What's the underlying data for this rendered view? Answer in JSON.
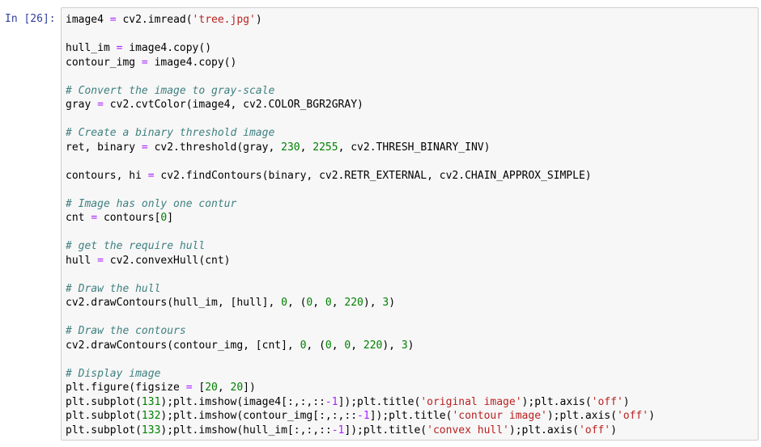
{
  "cell": {
    "prompt": "In [26]:",
    "lines": [
      [
        {
          "t": "image4 "
        },
        {
          "t": "=",
          "c": "op"
        },
        {
          "t": " cv2.imread("
        },
        {
          "t": "'tree.jpg'",
          "c": "st"
        },
        {
          "t": ")"
        }
      ],
      [],
      [
        {
          "t": "hull_im "
        },
        {
          "t": "=",
          "c": "op"
        },
        {
          "t": " image4.copy()"
        }
      ],
      [
        {
          "t": "contour_img "
        },
        {
          "t": "=",
          "c": "op"
        },
        {
          "t": " image4.copy()"
        }
      ],
      [],
      [
        {
          "t": "# Convert the image to gray-scale",
          "c": "cm"
        }
      ],
      [
        {
          "t": "gray "
        },
        {
          "t": "=",
          "c": "op"
        },
        {
          "t": " cv2.cvtColor(image4, cv2.COLOR_BGR2GRAY)"
        }
      ],
      [],
      [
        {
          "t": "# Create a binary threshold image",
          "c": "cm"
        }
      ],
      [
        {
          "t": "ret, binary "
        },
        {
          "t": "=",
          "c": "op"
        },
        {
          "t": " cv2.threshold(gray, "
        },
        {
          "t": "230",
          "c": "nu"
        },
        {
          "t": ", "
        },
        {
          "t": "2255",
          "c": "nu"
        },
        {
          "t": ", cv2.THRESH_BINARY_INV)"
        }
      ],
      [],
      [
        {
          "t": "contours, hi "
        },
        {
          "t": "=",
          "c": "op"
        },
        {
          "t": " cv2.findContours(binary, cv2.RETR_EXTERNAL, cv2.CHAIN_APPROX_SIMPLE)"
        }
      ],
      [],
      [
        {
          "t": "# Image has only one contur",
          "c": "cm"
        }
      ],
      [
        {
          "t": "cnt "
        },
        {
          "t": "=",
          "c": "op"
        },
        {
          "t": " contours["
        },
        {
          "t": "0",
          "c": "nu"
        },
        {
          "t": "]"
        }
      ],
      [],
      [
        {
          "t": "# get the require hull",
          "c": "cm"
        }
      ],
      [
        {
          "t": "hull "
        },
        {
          "t": "=",
          "c": "op"
        },
        {
          "t": " cv2.convexHull(cnt)"
        }
      ],
      [],
      [
        {
          "t": "# Draw the hull",
          "c": "cm"
        }
      ],
      [
        {
          "t": "cv2.drawContours(hull_im, [hull], "
        },
        {
          "t": "0",
          "c": "nu"
        },
        {
          "t": ", ("
        },
        {
          "t": "0",
          "c": "nu"
        },
        {
          "t": ", "
        },
        {
          "t": "0",
          "c": "nu"
        },
        {
          "t": ", "
        },
        {
          "t": "220",
          "c": "nu"
        },
        {
          "t": "), "
        },
        {
          "t": "3",
          "c": "nu"
        },
        {
          "t": ")"
        }
      ],
      [],
      [
        {
          "t": "# Draw the contours",
          "c": "cm"
        }
      ],
      [
        {
          "t": "cv2.drawContours(contour_img, [cnt], "
        },
        {
          "t": "0",
          "c": "nu"
        },
        {
          "t": ", ("
        },
        {
          "t": "0",
          "c": "nu"
        },
        {
          "t": ", "
        },
        {
          "t": "0",
          "c": "nu"
        },
        {
          "t": ", "
        },
        {
          "t": "220",
          "c": "nu"
        },
        {
          "t": "), "
        },
        {
          "t": "3",
          "c": "nu"
        },
        {
          "t": ")"
        }
      ],
      [],
      [
        {
          "t": "# Display image",
          "c": "cm"
        }
      ],
      [
        {
          "t": "plt.figure(figsize "
        },
        {
          "t": "=",
          "c": "op"
        },
        {
          "t": " ["
        },
        {
          "t": "20",
          "c": "nu"
        },
        {
          "t": ", "
        },
        {
          "t": "20",
          "c": "nu"
        },
        {
          "t": "])"
        }
      ],
      [
        {
          "t": "plt.subplot("
        },
        {
          "t": "131",
          "c": "nu"
        },
        {
          "t": ");plt.imshow(image4[:,:,::"
        },
        {
          "t": "-1",
          "c": "op"
        },
        {
          "t": "]);plt.title("
        },
        {
          "t": "'original image'",
          "c": "st"
        },
        {
          "t": ");plt.axis("
        },
        {
          "t": "'off'",
          "c": "st"
        },
        {
          "t": ")"
        }
      ],
      [
        {
          "t": "plt.subplot("
        },
        {
          "t": "132",
          "c": "nu"
        },
        {
          "t": ");plt.imshow(contour_img[:,:,::"
        },
        {
          "t": "-1",
          "c": "op"
        },
        {
          "t": "]);plt.title("
        },
        {
          "t": "'contour image'",
          "c": "st"
        },
        {
          "t": ");plt.axis("
        },
        {
          "t": "'off'",
          "c": "st"
        },
        {
          "t": ")"
        }
      ],
      [
        {
          "t": "plt.subplot("
        },
        {
          "t": "133",
          "c": "nu"
        },
        {
          "t": ");plt.imshow(hull_im[:,:,::"
        },
        {
          "t": "-1",
          "c": "op"
        },
        {
          "t": "]);plt.title("
        },
        {
          "t": "'convex hull'",
          "c": "st"
        },
        {
          "t": ");plt.axis("
        },
        {
          "t": "'off'",
          "c": "st"
        },
        {
          "t": ")"
        }
      ]
    ]
  }
}
